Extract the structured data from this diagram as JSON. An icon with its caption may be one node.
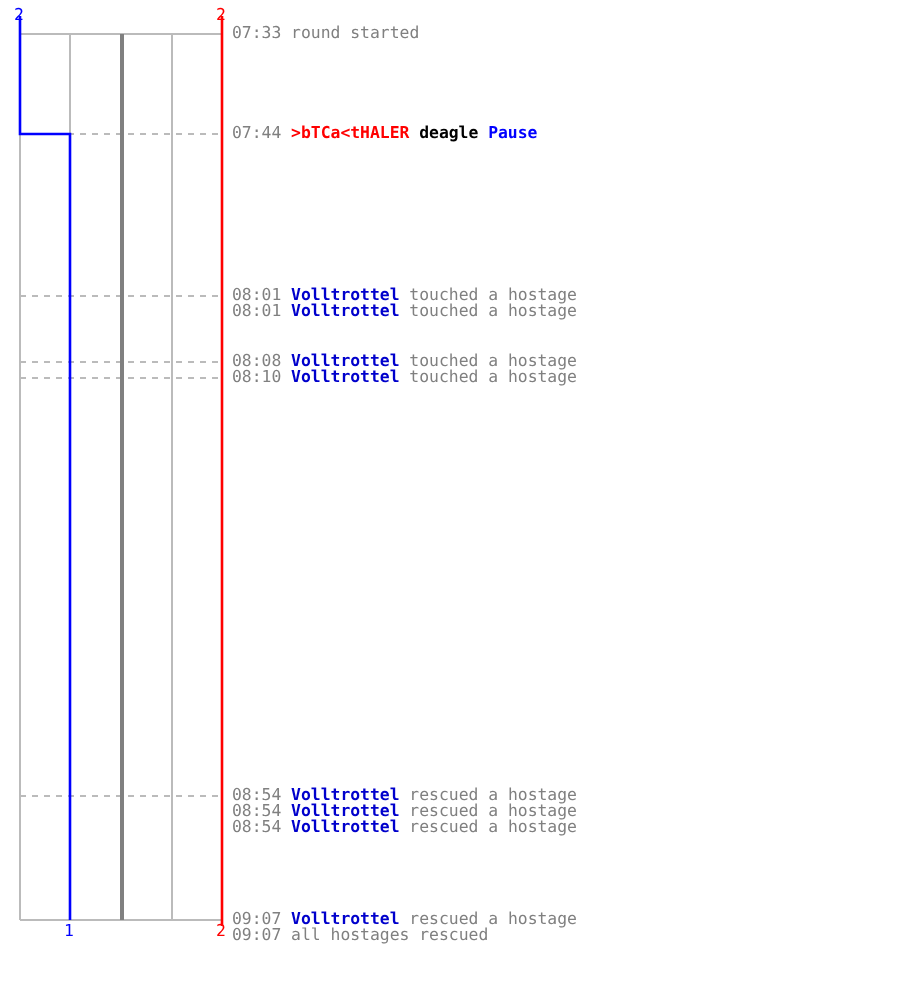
{
  "diagram": {
    "labels": [
      "2",
      "2",
      "07:33",
      "round started",
      "07:44",
      ">bTCa<tHALER",
      "deagle",
      "Pause",
      "08:01",
      "Volltrottel",
      "touched a hostage",
      "08:01",
      "Volltrottel",
      "touched a hostage",
      "08:08",
      "Volltrottel",
      "touched a hostage",
      "08:10",
      "Volltrottel",
      "touched a hostage",
      "08:54",
      "Volltrottel",
      "rescued a hostage",
      "08:54",
      "Volltrottel",
      "rescued a hostage",
      "08:54",
      "Volltrottel",
      "rescued a hostage",
      "09:07",
      "Volltrottel",
      "rescued a hostage",
      "1",
      "2",
      "09:07",
      "all hostages rescued"
    ]
  }
}
